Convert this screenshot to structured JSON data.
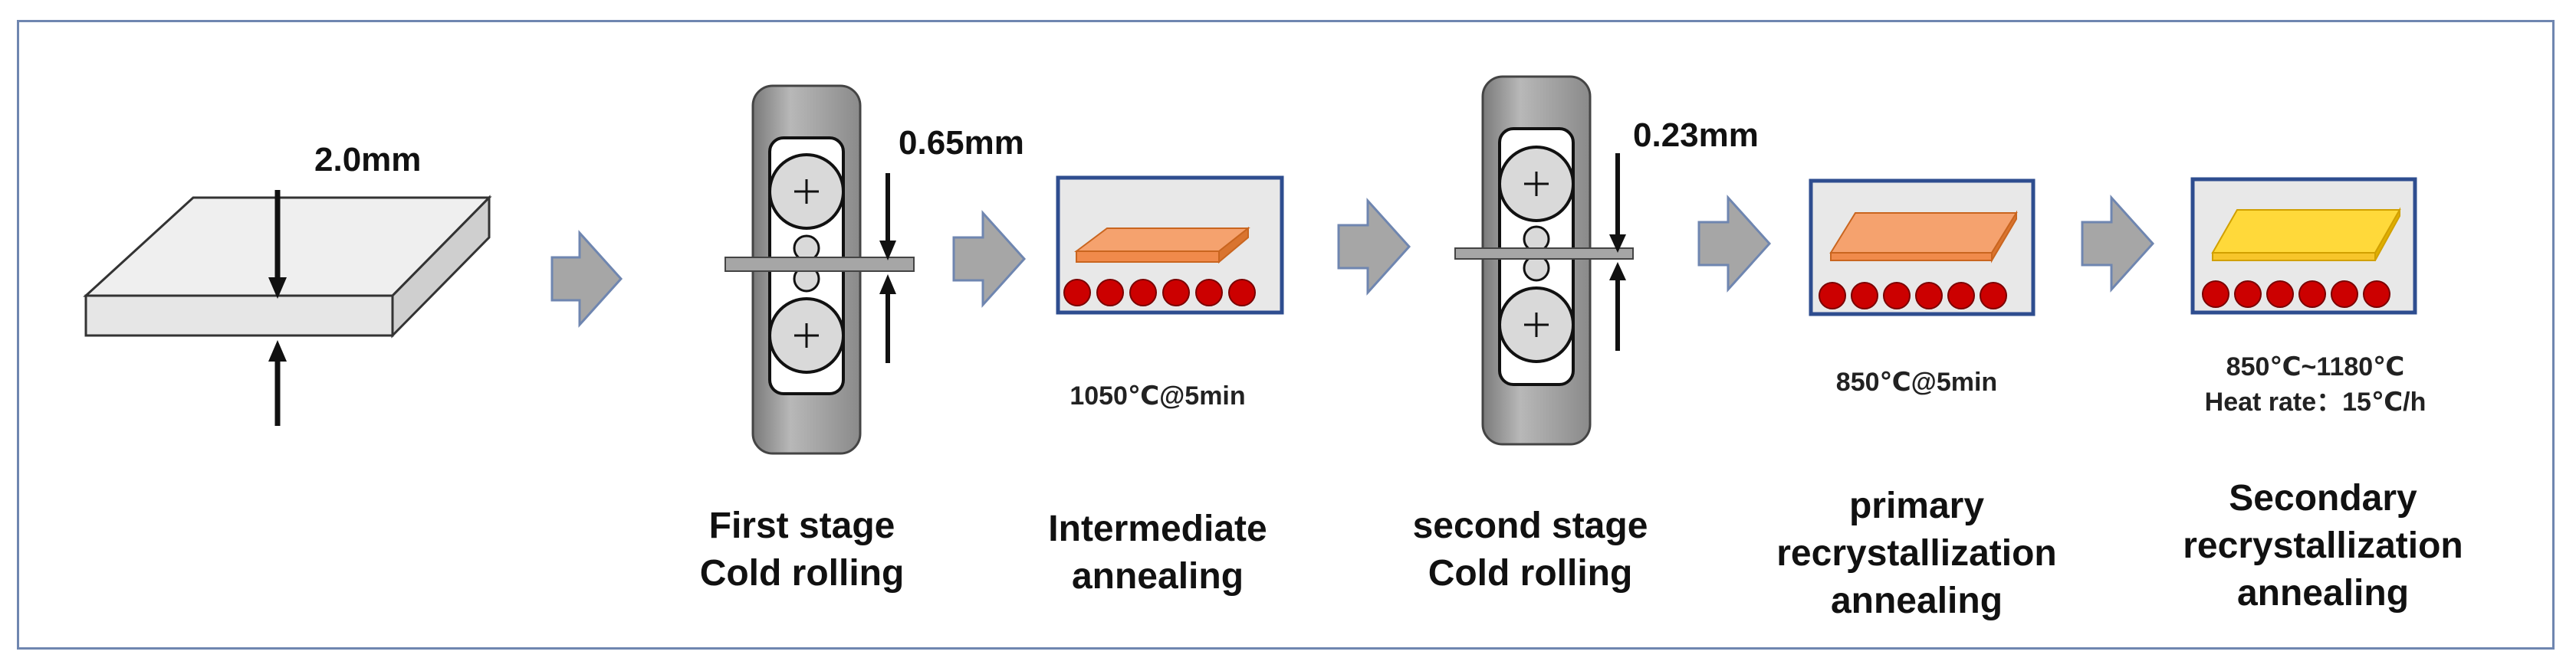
{
  "thickness": {
    "initial": "2.0mm",
    "first": "0.65mm",
    "second": "0.23mm"
  },
  "conditions": {
    "intermediate": "1050℃@5min",
    "primary": "850℃@5min",
    "secondary_temp": "850℃~1180℃",
    "secondary_rate": "Heat rate：15℃/h"
  },
  "stages": {
    "first_line1": "First stage",
    "first_line2": "Cold rolling",
    "intermediate_line1": "Intermediate",
    "intermediate_line2": "annealing",
    "second_line1": "second stage",
    "second_line2": "Cold rolling",
    "primary_line1": "primary",
    "primary_line2": "recrystallization",
    "primary_line3": "annealing",
    "secondary_line1": "Secondary",
    "secondary_line2": "recrystallization",
    "secondary_line3": "annealing"
  },
  "colors": {
    "frame": "#6f86b0",
    "sheet_initial": "#e6e6e6",
    "sheet_annealed": "#f08a4b",
    "sheet_secondary": "#f7c52a",
    "heater": "#cc0000",
    "furnace_border": "#2e4d8f",
    "arrow": "#a6a6a6"
  }
}
